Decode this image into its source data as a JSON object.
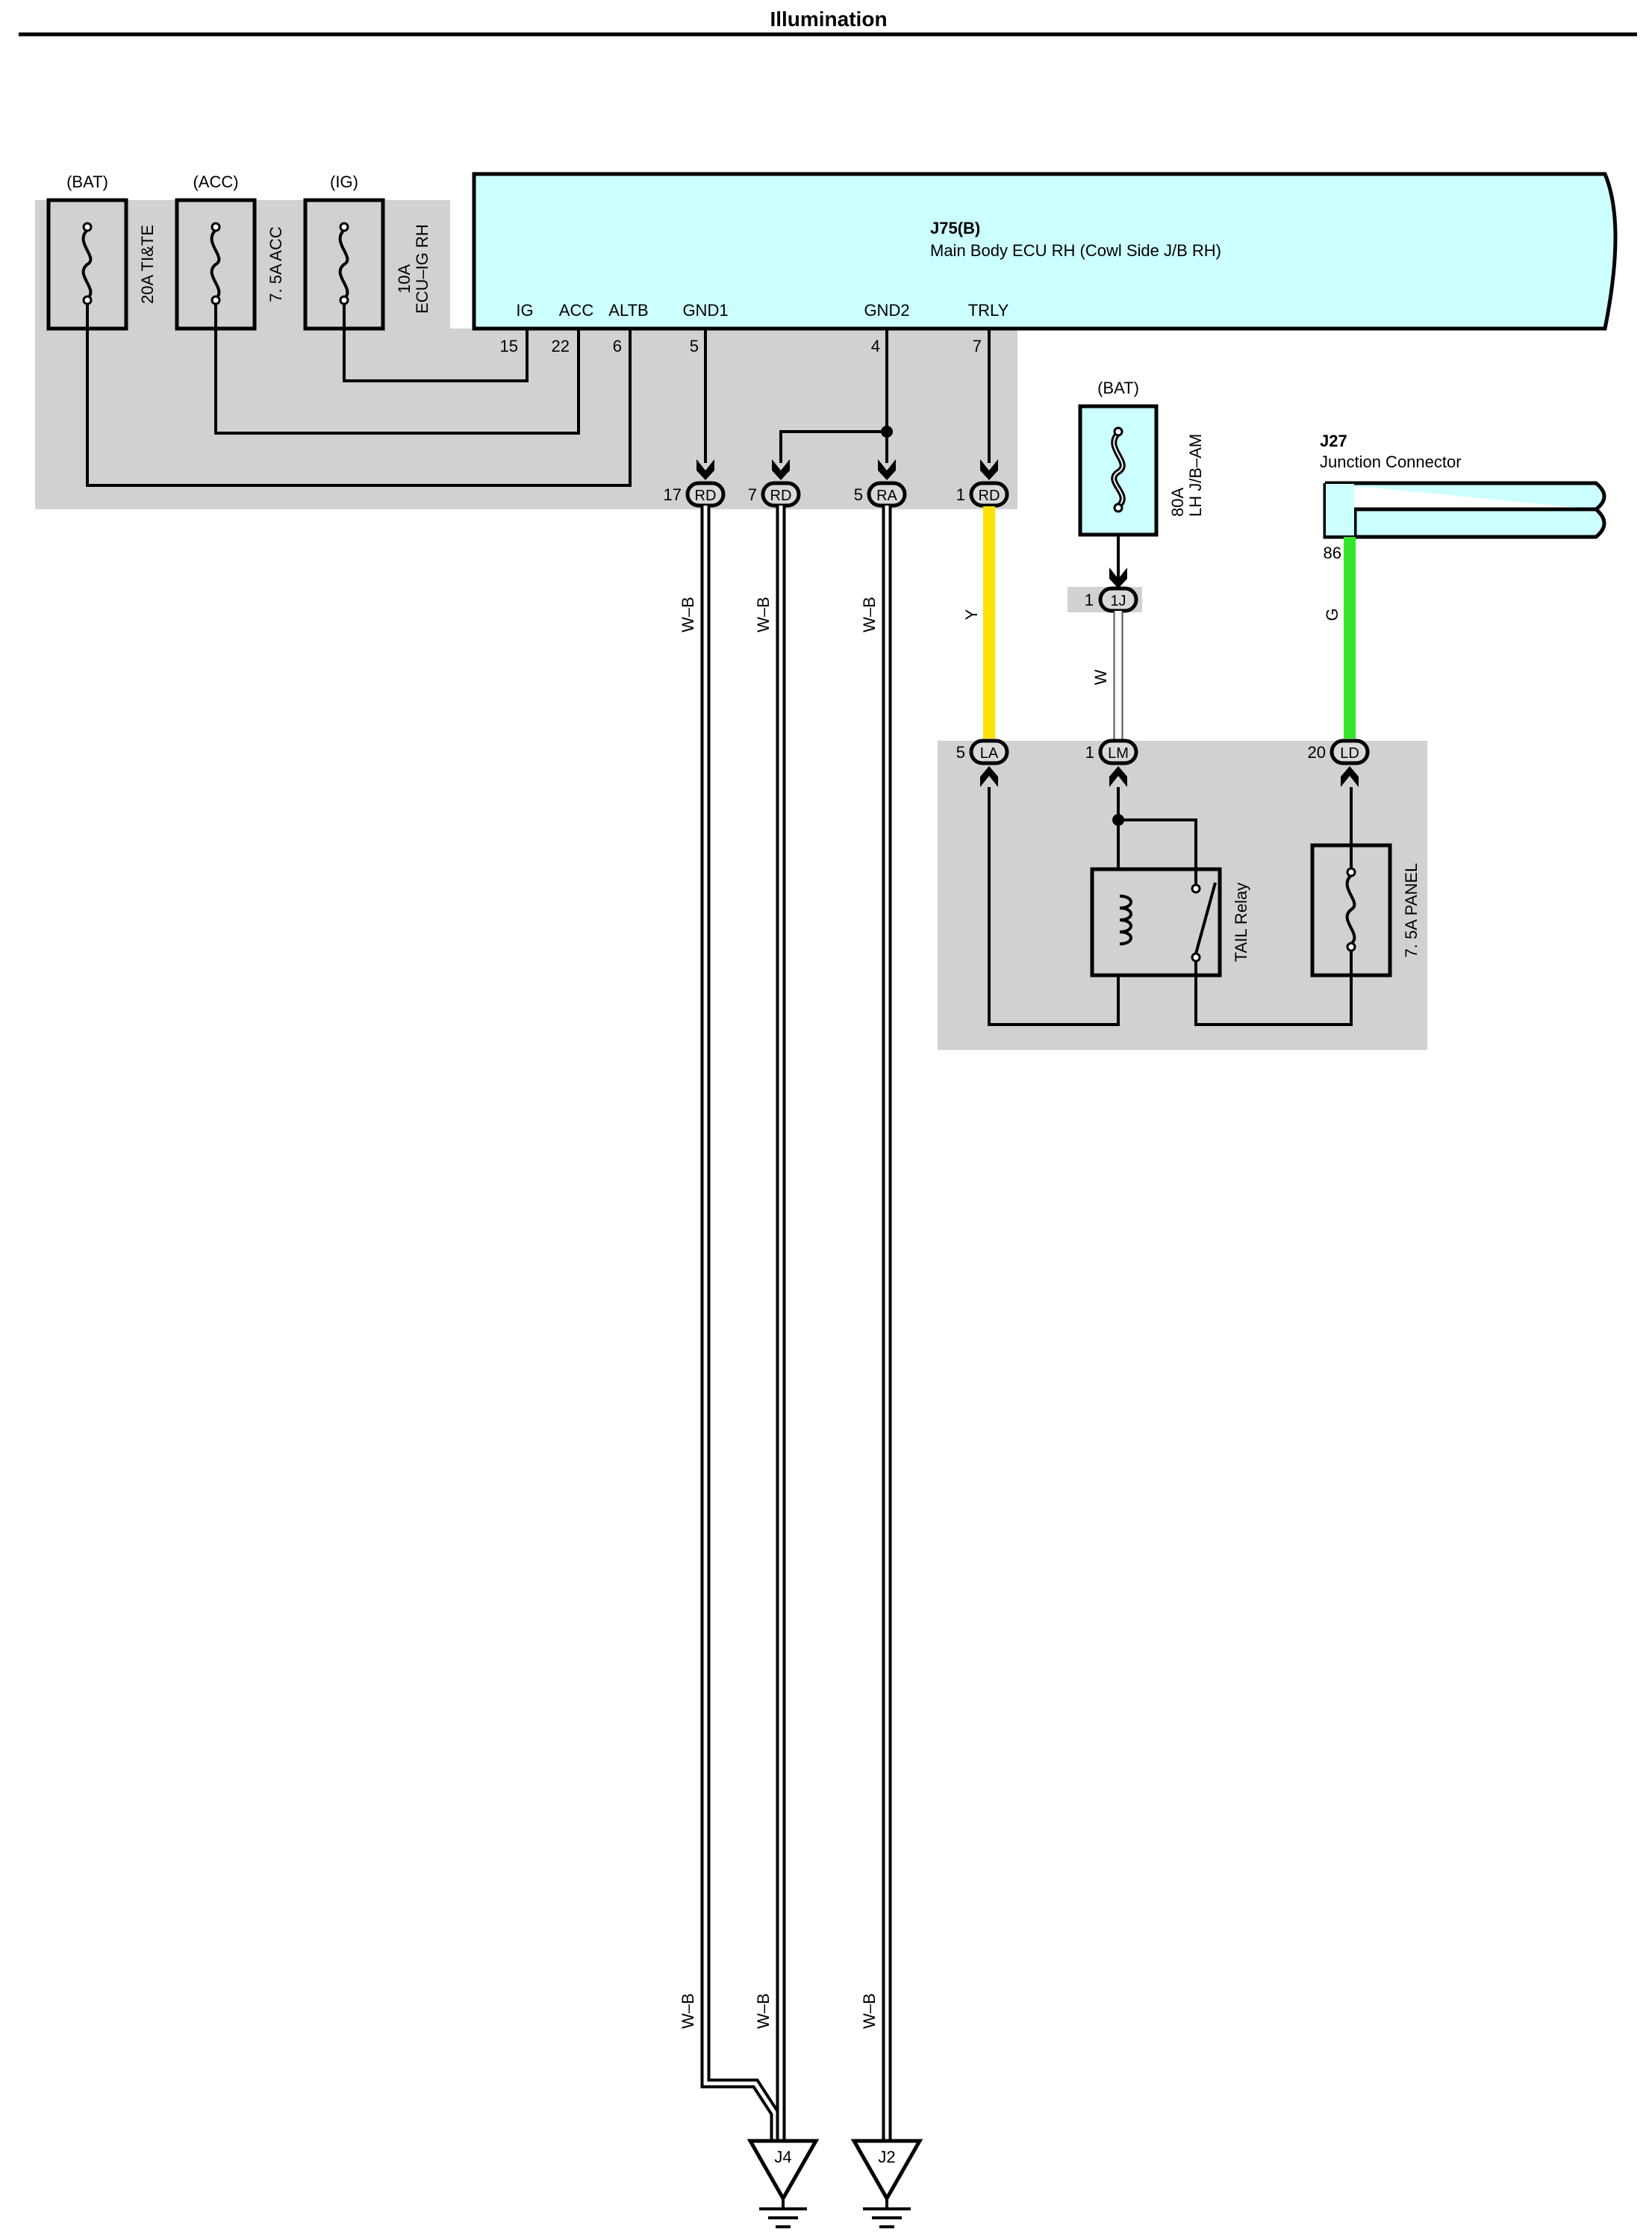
{
  "title": "Illumination",
  "colors": {
    "shade": "#d1d1d1",
    "ecu_fill": "#ccffff",
    "wire_yellow": "#ffe100",
    "wire_green": "#33e62a",
    "line": "#000000"
  },
  "fuses": {
    "bat_source": "(BAT)",
    "acc_source": "(ACC)",
    "ig_source": "(IG)",
    "ti_te_label": "20A TI&TE",
    "acc_label": "7. 5A ACC",
    "ecu_ig_amp": "10A",
    "ecu_ig_name": "ECU–IG RH",
    "am_source": "(BAT)",
    "am_amp": "80A",
    "am_name": "LH J/B–AM",
    "panel_label": "7. 5A PANEL"
  },
  "ecu": {
    "id": "J75(B)",
    "name": "Main Body ECU RH (Cowl Side J/B RH)",
    "terminals": {
      "ig": "IG",
      "acc": "ACC",
      "altb": "ALTB",
      "gnd1": "GND1",
      "gnd2": "GND2",
      "trly": "TRLY"
    },
    "pins": {
      "ig": "15",
      "acc": "22",
      "altb": "6",
      "gnd1": "5",
      "gnd2": "4",
      "trly": "7"
    }
  },
  "junction": {
    "id": "J27",
    "name": "Junction Connector",
    "pin": "86"
  },
  "relay": {
    "name": "TAIL Relay"
  },
  "connectors": {
    "rd17": {
      "code": "RD",
      "pin": "17"
    },
    "rd7": {
      "code": "RD",
      "pin": "7"
    },
    "ra5": {
      "code": "RA",
      "pin": "5"
    },
    "rd1": {
      "code": "RD",
      "pin": "1"
    },
    "j1": {
      "code": "1J",
      "pin": "1"
    },
    "la5": {
      "code": "LA",
      "pin": "5"
    },
    "lm1": {
      "code": "LM",
      "pin": "1"
    },
    "ld20": {
      "code": "LD",
      "pin": "20"
    }
  },
  "wires": {
    "wb": "W–B",
    "y": "Y",
    "w": "W",
    "g": "G"
  },
  "grounds": {
    "j4": "J4",
    "j2": "J2"
  }
}
